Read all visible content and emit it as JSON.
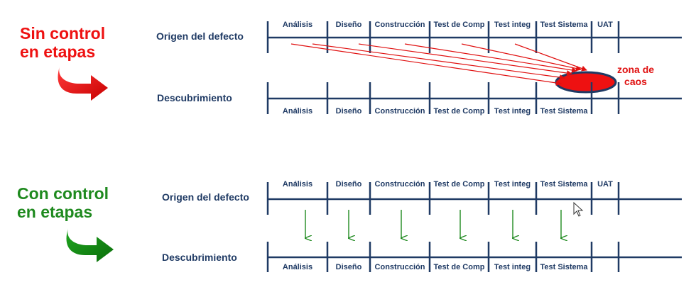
{
  "sections": [
    {
      "id": "without-control",
      "heading_line1": "Sin control",
      "heading_line2": "en etapas",
      "color": "#ee1111",
      "top_row_label": "Origen del defecto",
      "bottom_row_label": "Descubrimiento",
      "top_phases": [
        "Análisis",
        "Diseño",
        "Construcción",
        "Test de Comp",
        "Test integ",
        "Test Sistema",
        "UAT"
      ],
      "bottom_phases": [
        "Análisis",
        "Diseño",
        "Construcción",
        "Test de Comp",
        "Test integ",
        "Test Sistema"
      ],
      "chaos_label_line1": "zona de",
      "chaos_label_line2": "caos"
    },
    {
      "id": "with-control",
      "heading_line1": "Con control",
      "heading_line2": "en etapas",
      "color": "#1f8a1f",
      "top_row_label": "Origen del defecto",
      "bottom_row_label": "Descubrimiento",
      "top_phases": [
        "Análisis",
        "Diseño",
        "Construcción",
        "Test de Comp",
        "Test integ",
        "Test Sistema",
        "UAT"
      ],
      "bottom_phases": [
        "Análisis",
        "Diseño",
        "Construcción",
        "Test de Comp",
        "Test integ",
        "Test Sistema"
      ]
    }
  ],
  "colors": {
    "timeline": "#1f3a64",
    "red_arrow": "#e01010",
    "green_arrow": "#1f8a1f",
    "chaos_fill": "#ee1111",
    "chaos_stroke": "#1f3a64"
  }
}
